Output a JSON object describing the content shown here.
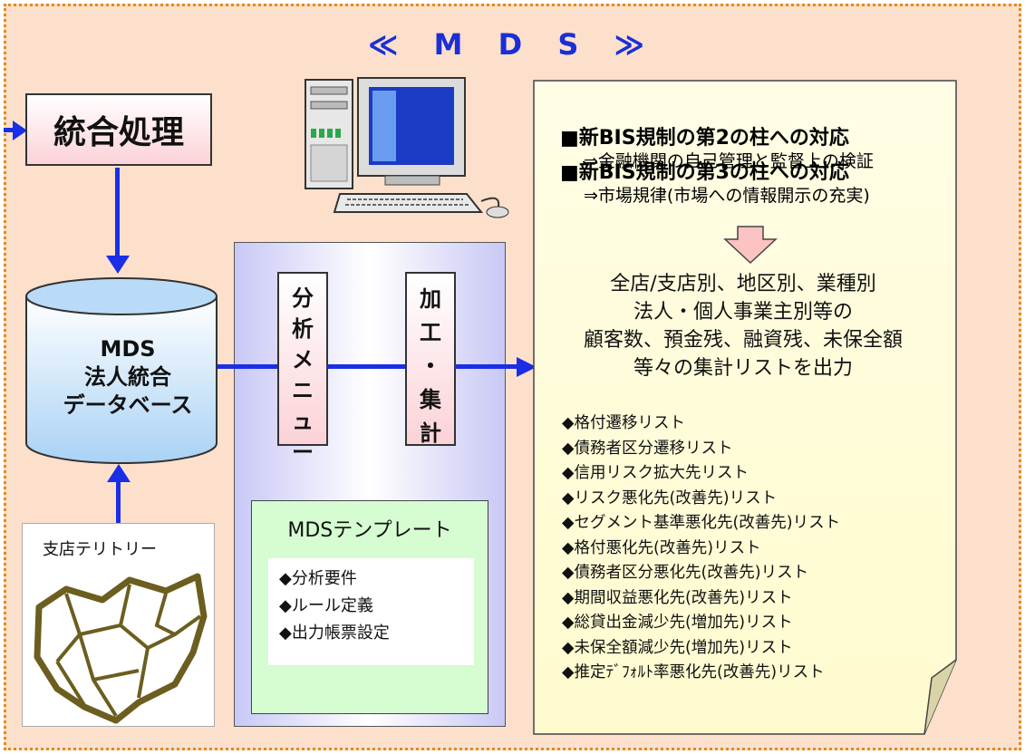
{
  "title": "≪ M D S ≫",
  "integration": {
    "label": "統合処理"
  },
  "database": {
    "line1": "MDS",
    "line2": "法人統合",
    "line3": "データベース"
  },
  "analysis_menu": {
    "label": "分析メニュー",
    "chars": [
      "分",
      "析",
      "メ",
      "ニ",
      "ュ",
      "ー"
    ]
  },
  "processing": {
    "label": "加工・集計",
    "chars": [
      "加",
      "工",
      "・",
      "集",
      "計"
    ]
  },
  "template": {
    "title": "MDSテンプレート",
    "items": [
      "◆分析要件",
      "◆ルール定義",
      "◆出力帳票設定"
    ]
  },
  "territory": {
    "label": "支店テリトリー"
  },
  "note": {
    "heading1": "■新BIS規制の第2の柱への対応",
    "sub1": "⇒金融機関の自己管理と監督上の検証",
    "heading2": "■新BIS規制の第3の柱への対応",
    "sub2": "⇒市場規律(市場への情報開示の充実)",
    "summary": [
      "全店/支店別、地区別、業種別",
      "法人・個人事業主別等の",
      "顧客数、預金残、融資残、未保全額",
      "等々の集計リストを出力"
    ],
    "lists": [
      "◆格付遷移リスト",
      "◆債務者区分遷移リスト",
      "◆信用リスク拡大先リスト",
      "◆リスク悪化先(改善先)リスト",
      "◆セグメント基準悪化先(改善先)リスト",
      "◆格付悪化先(改善先)リスト",
      "◆債務者区分悪化先(改善先)リスト",
      "◆期間収益悪化先(改善先)リスト",
      "◆総貸出金減少先(増加先)リスト",
      "◆未保全額減少先(増加先)リスト",
      "◆推定ﾃﾞﾌｫﾙﾄ率悪化先(改善先)リスト"
    ]
  },
  "colors": {
    "arrow": "#1a2ee6",
    "title": "#1a2fd6",
    "frame_bg": "#fde0cc",
    "frame_border": "#e58a1e"
  },
  "icons": [
    "computer-icon",
    "map-icon",
    "down-arrow-icon"
  ]
}
